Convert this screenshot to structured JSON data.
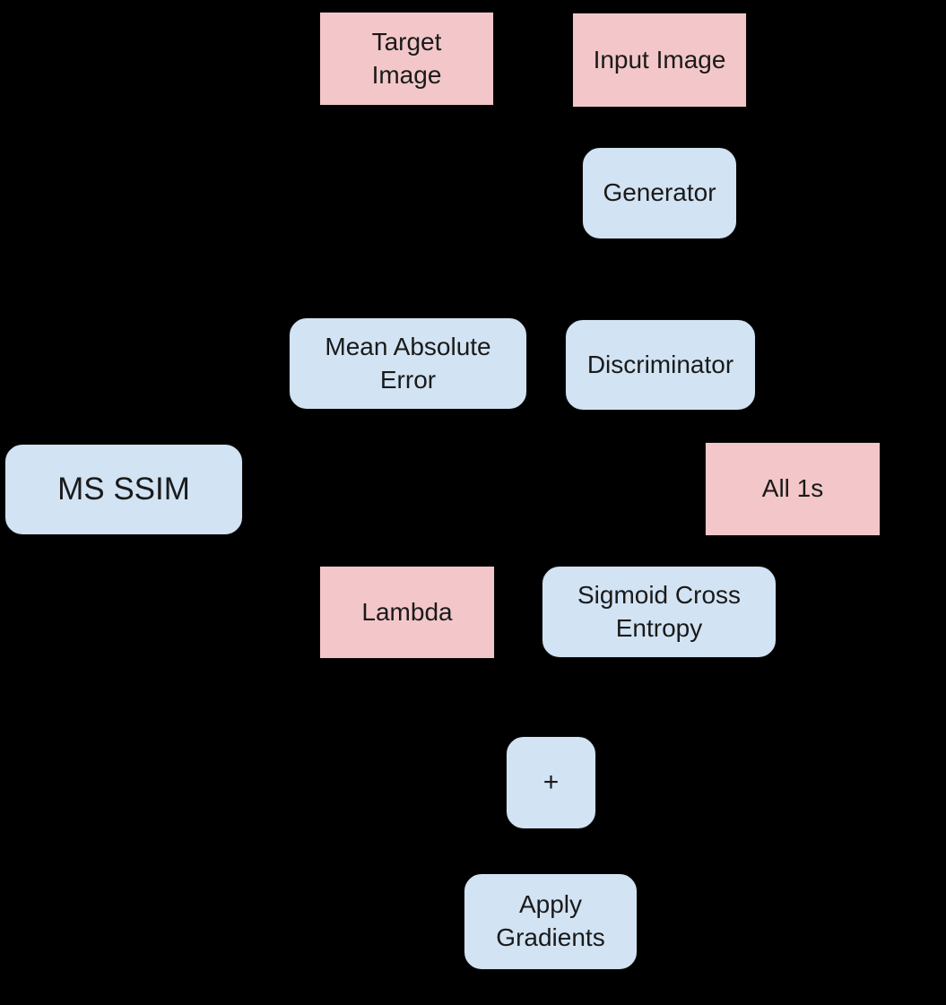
{
  "diagram": {
    "title": "GAN generator training flow with MS-SSIM loss",
    "background_color": "#000000",
    "text_color": "#1a1a1a",
    "colors": {
      "data_box_pink": "#f3c7c9",
      "op_box_blue": "#d2e3f3"
    },
    "nodes": {
      "target_image": {
        "label": "Target\nImage",
        "kind": "data",
        "color": "#f3c7c9"
      },
      "input_image": {
        "label": "Input Image",
        "kind": "data",
        "color": "#f3c7c9"
      },
      "generator": {
        "label": "Generator",
        "kind": "operation",
        "color": "#d2e3f3"
      },
      "mean_absolute_error": {
        "label": "Mean Absolute\nError",
        "kind": "operation",
        "color": "#d2e3f3"
      },
      "discriminator": {
        "label": "Discriminator",
        "kind": "operation",
        "color": "#d2e3f3"
      },
      "ms_ssim": {
        "label": "MS SSIM",
        "kind": "operation",
        "color": "#d2e3f3"
      },
      "all_1s": {
        "label": "All 1s",
        "kind": "data",
        "color": "#f3c7c9"
      },
      "lambda": {
        "label": "Lambda",
        "kind": "data",
        "color": "#f3c7c9"
      },
      "sigmoid_cross_entropy": {
        "label": "Sigmoid Cross\nEntropy",
        "kind": "operation",
        "color": "#d2e3f3"
      },
      "plus": {
        "label": "+",
        "kind": "operation",
        "color": "#d2e3f3"
      },
      "apply_gradients": {
        "label": "Apply\nGradients",
        "kind": "operation",
        "color": "#d2e3f3"
      }
    }
  }
}
